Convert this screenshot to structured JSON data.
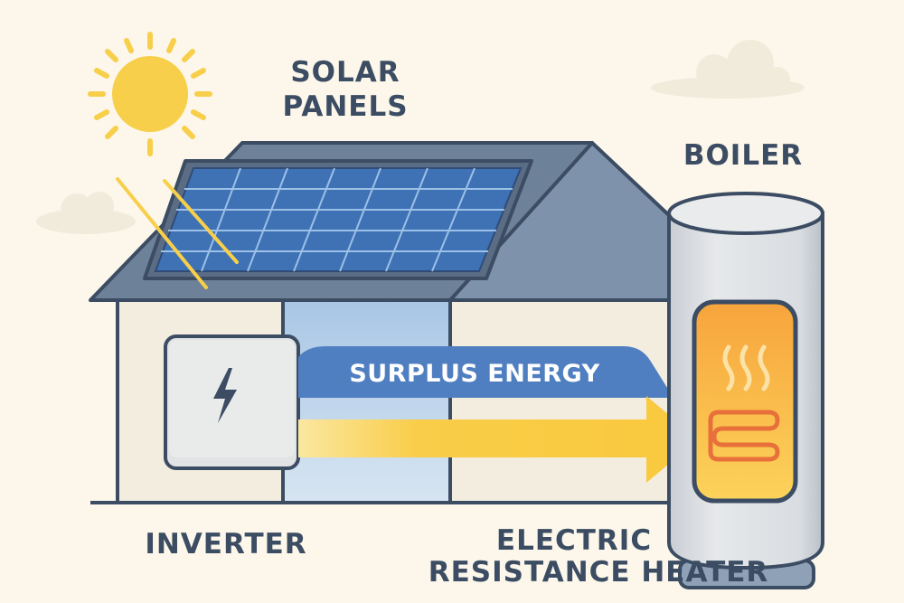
{
  "labels": {
    "solar_line1": "SOLAR",
    "solar_line2": "PANELS",
    "boiler": "BOILER",
    "inverter": "INVERTER",
    "heater_line1": "ELECTRIC",
    "heater_line2": "RESISTANCE HEATER",
    "surplus": "SURPLUS ENERGY"
  },
  "colors": {
    "background": "#fcf7ea",
    "outline": "#3b4c63",
    "sun": "#f8cf4a",
    "panel": "#3f72b5",
    "banner": "#4f7fc0",
    "arrow": "#f9cd48",
    "heater": "#f7a63e"
  }
}
